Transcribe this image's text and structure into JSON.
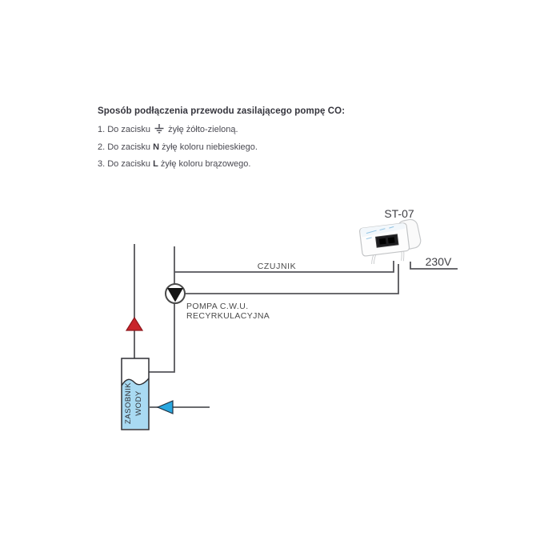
{
  "instructions_block": {
    "title": "Sposób podłączenia przewodu zasilającego pompę CO:",
    "items": [
      {
        "prefix": "1. Do zacisku",
        "symbol": "earth-ground",
        "suffix": "żyłę żółto-zieloną."
      },
      {
        "prefix": "2. Do zacisku",
        "terminal": "N",
        "suffix": "żyłę koloru niebieskiego."
      },
      {
        "prefix": "3. Do zacisku",
        "terminal": "L",
        "suffix": "żyłę koloru brązowego."
      }
    ]
  },
  "diagram": {
    "controller_model": "ST-07",
    "power_label": "230V",
    "sensor_label": "CZUJNIK",
    "pump_label_line1": "POMPA C.W.U.",
    "pump_label_line2": "RECYRKULACYJNA",
    "tank_label_line1": "ZASOBNIK",
    "tank_label_line2": "WODY"
  },
  "colors": {
    "hot_arrow": "#c9242b",
    "hot_arrow_outline": "#8e181d",
    "cold_arrow": "#29a8e0",
    "cold_arrow_outline": "#223040",
    "water": "#a9daf2",
    "line": "#55565a",
    "label_text": "#4a4a4a"
  }
}
